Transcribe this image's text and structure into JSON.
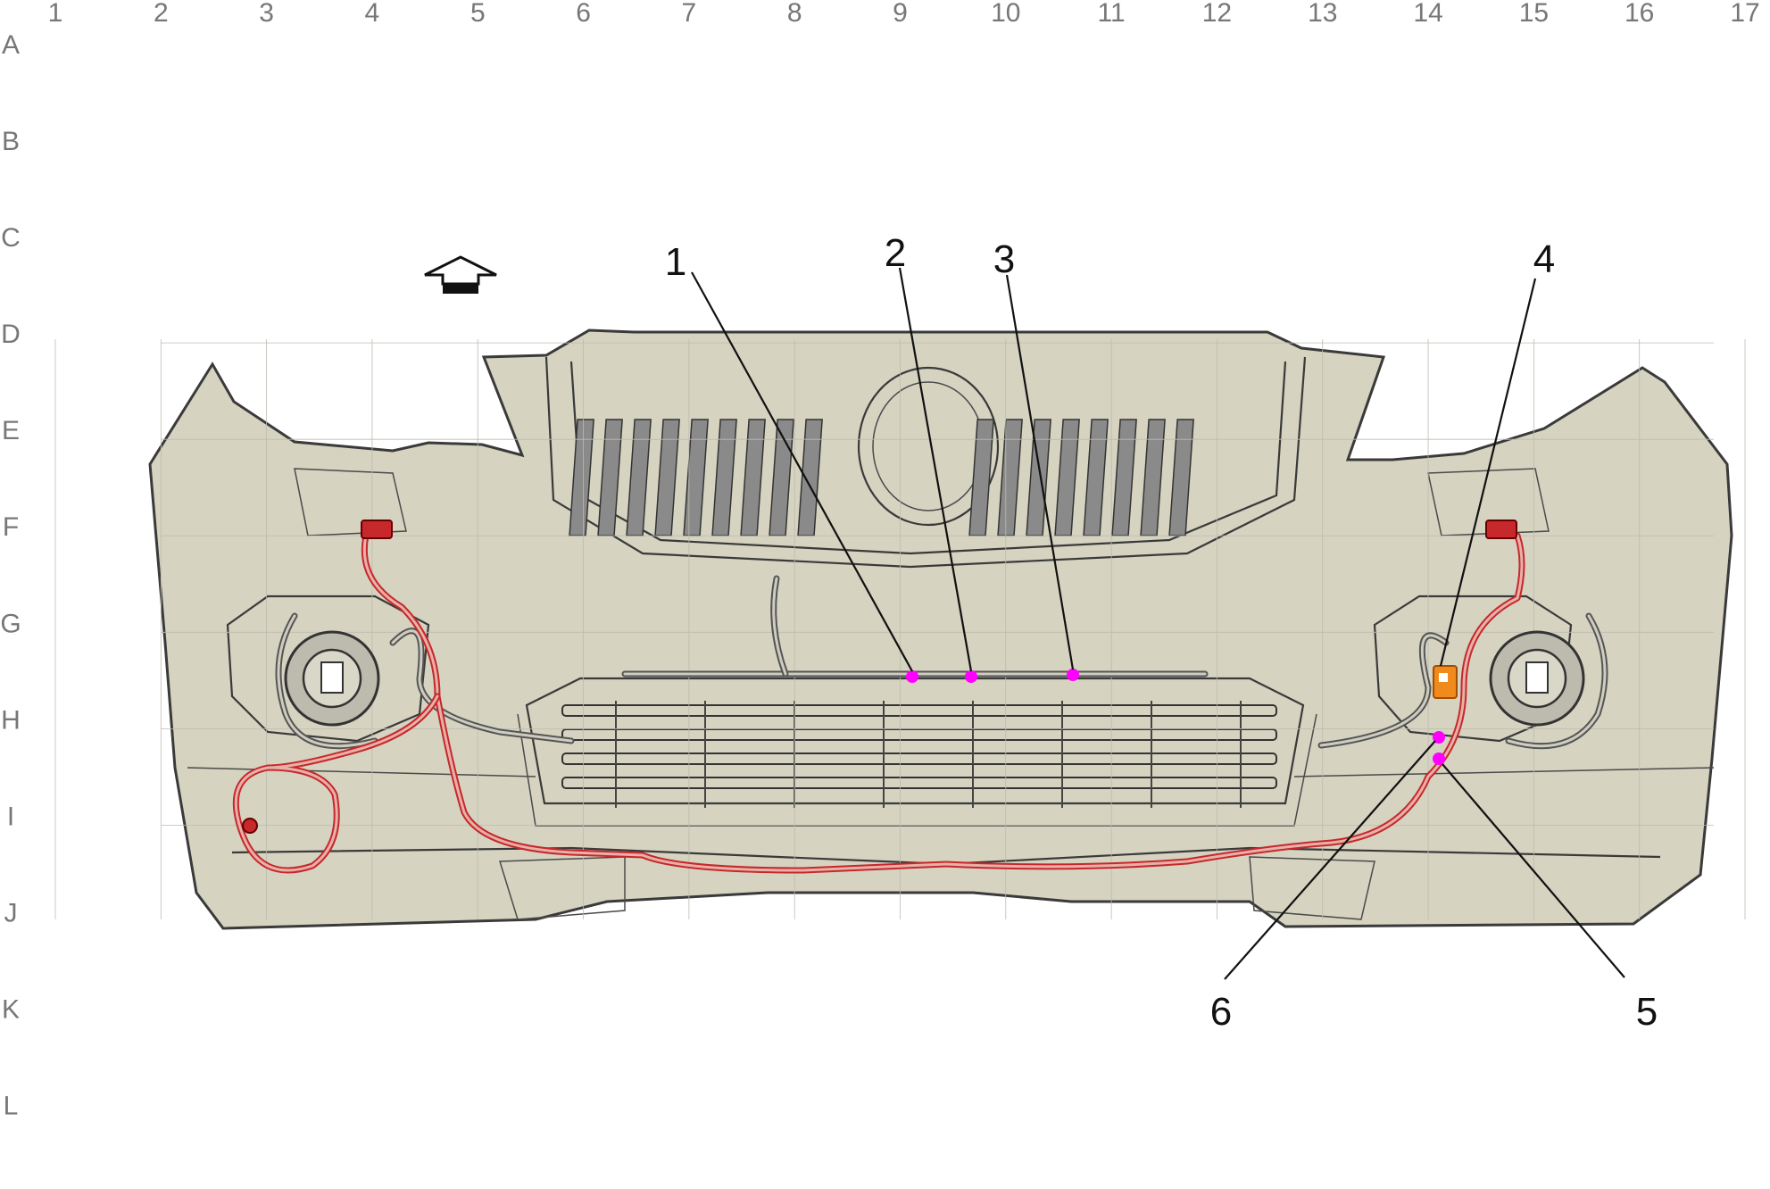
{
  "grid": {
    "columns": [
      "1",
      "2",
      "3",
      "4",
      "5",
      "6",
      "7",
      "8",
      "9",
      "10",
      "11",
      "12",
      "13",
      "14",
      "15",
      "16",
      "17"
    ],
    "rows": [
      "A",
      "B",
      "C",
      "D",
      "E",
      "F",
      "G",
      "H",
      "I",
      "J",
      "K",
      "L"
    ]
  },
  "callouts": [
    {
      "id": "callout-1",
      "label": "1"
    },
    {
      "id": "callout-2",
      "label": "2"
    },
    {
      "id": "callout-3",
      "label": "3"
    },
    {
      "id": "callout-4",
      "label": "4"
    },
    {
      "id": "callout-5",
      "label": "5"
    },
    {
      "id": "callout-6",
      "label": "6"
    }
  ],
  "colors": {
    "bumper_body": "#d6d3c1",
    "harness_highlight": "#c6282b",
    "connector_marker": "#ff00ff",
    "component_highlight": "#f08a1c",
    "outline": "#3a3a3a"
  },
  "icons": {
    "front_direction": "forward-arrow-icon"
  }
}
